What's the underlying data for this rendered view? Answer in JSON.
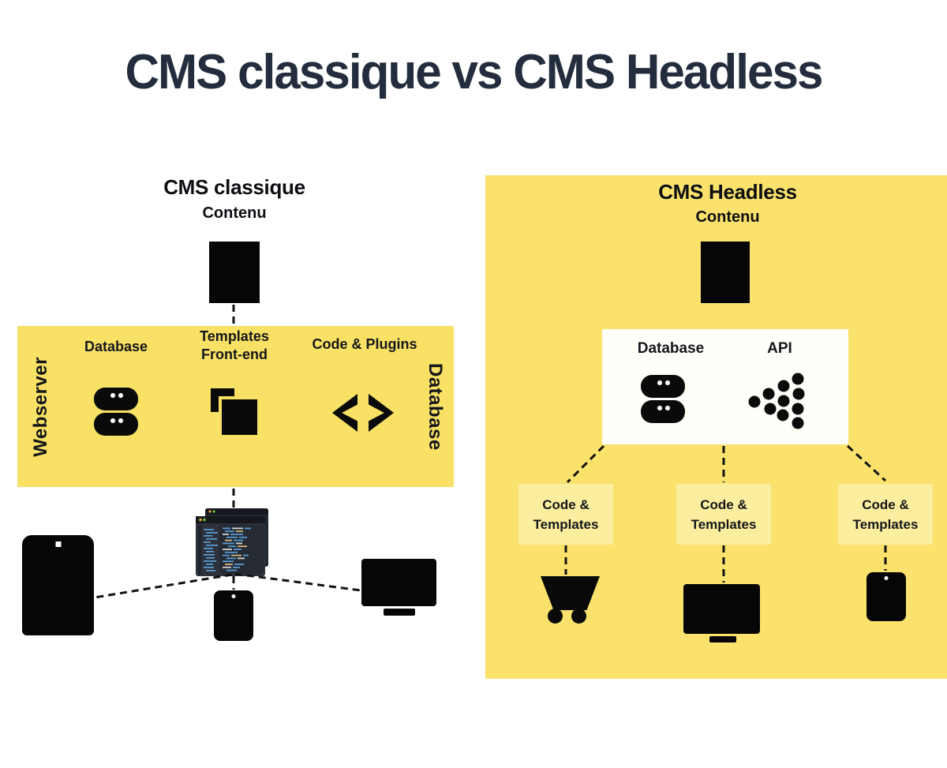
{
  "title": "CMS classique vs CMS Headless",
  "classic": {
    "heading": "CMS classique",
    "content_label": "Contenu",
    "band": {
      "vertical_left": "Webserver",
      "vertical_right": "Database",
      "col_database": "Database",
      "col_templates_line1": "Templates",
      "col_templates_line2": "Front-end",
      "col_code": "Code & Plugins"
    }
  },
  "headless": {
    "heading": "CMS Headless",
    "content_label": "Contenu",
    "core": {
      "database_label": "Database",
      "api_label": "API"
    },
    "outputs": [
      {
        "line1": "Code &",
        "line2": "Templates"
      },
      {
        "line1": "Code &",
        "line2": "Templates"
      },
      {
        "line1": "Code &",
        "line2": "Templates"
      }
    ]
  },
  "colors": {
    "title_navy": "#232d3d",
    "band_yellow": "#f8e164",
    "panel_yellow": "#fae26d",
    "light_yellow_box": "#fcee9f",
    "icon_ink": "#0a0a0a"
  }
}
